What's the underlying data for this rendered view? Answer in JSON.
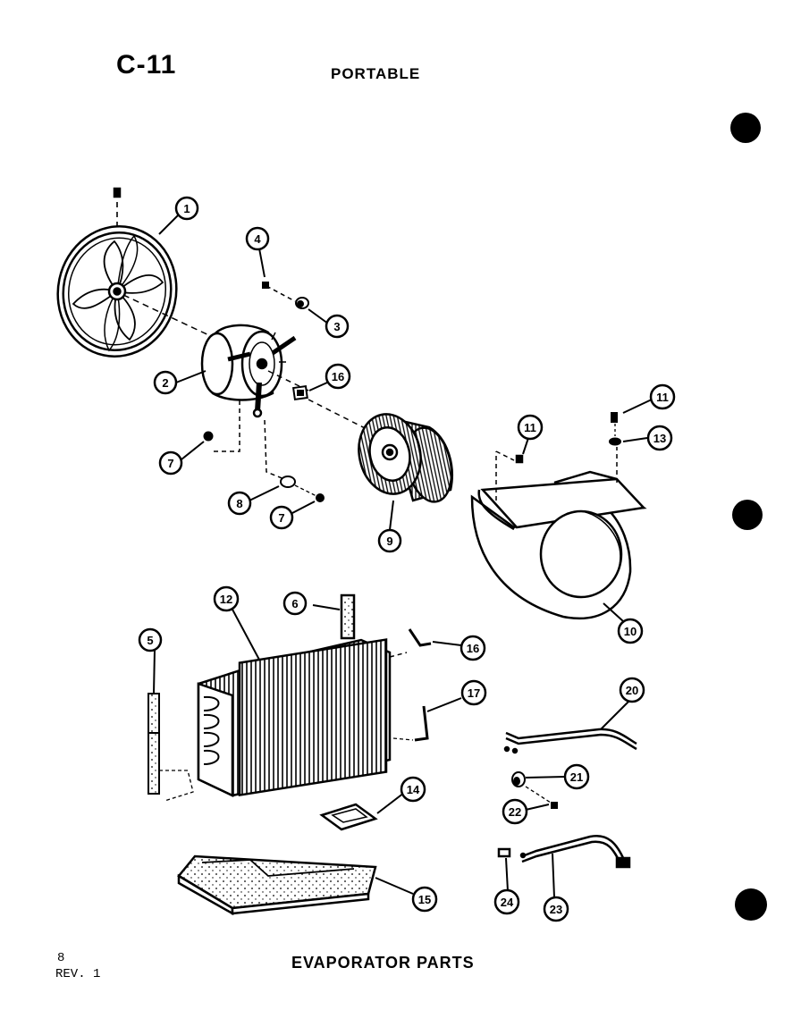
{
  "header": {
    "page_code": "C-11",
    "model_type": "PORTABLE"
  },
  "footer": {
    "title": "EVAPORATOR PARTS",
    "page_number": "8",
    "revision": "REV. 1"
  },
  "callouts": {
    "c1": "1",
    "c2": "2",
    "c3": "3",
    "c4": "4",
    "c5": "5",
    "c6": "6",
    "c7a": "7",
    "c7b": "7",
    "c8": "8",
    "c9": "9",
    "c10": "10",
    "c11a": "11",
    "c11b": "11",
    "c12": "12",
    "c13": "13",
    "c14": "14",
    "c15": "15",
    "c16a": "16",
    "c16b": "16",
    "c17": "17",
    "c20": "20",
    "c21": "21",
    "c22": "22",
    "c23": "23",
    "c24": "24"
  }
}
